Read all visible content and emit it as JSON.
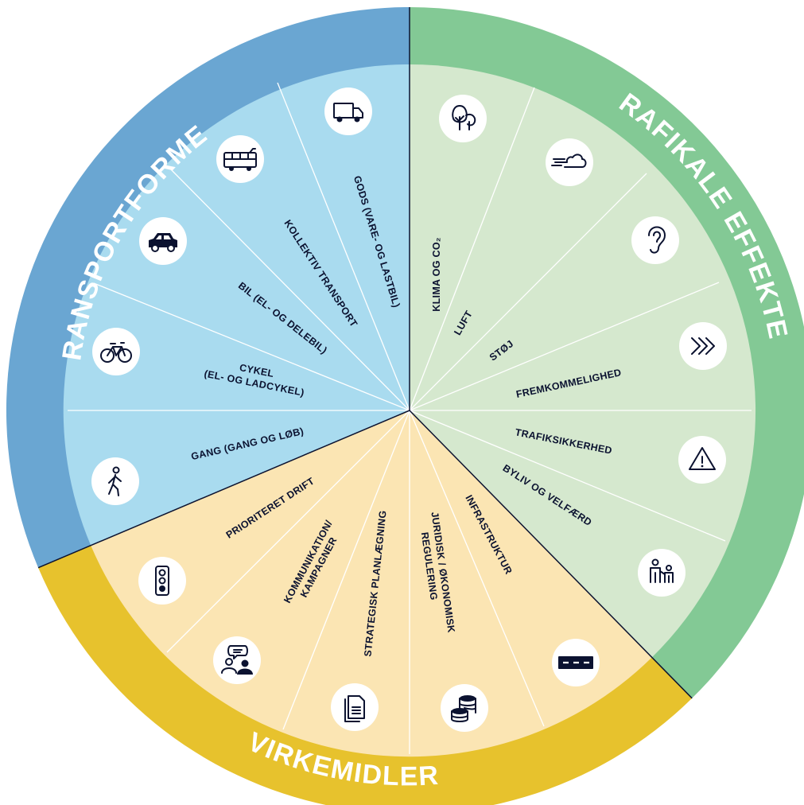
{
  "colors": {
    "transport_outer": "#6aa6d2",
    "transport_inner": "#a9dbef",
    "effekter_outer": "#83c995",
    "effekter_inner": "#d5e8ce",
    "virkemidler_outer": "#e7c22d",
    "virkemidler_inner": "#fbe5b3",
    "dark": "#0b1230"
  },
  "rings": {
    "transportformer": {
      "title": "TRANSPORTFORMER"
    },
    "effekter": {
      "title": "TRAFIKALE EFFEKTER"
    },
    "virkemidler": {
      "title": "VIRKEMIDLER"
    }
  },
  "transportformer": [
    {
      "label": "GANG (GANG OG LØB)",
      "icon": "pedestrian-icon"
    },
    {
      "label": "CYKEL",
      "label2": "(EL- OG LADCYKEL)",
      "icon": "bicycle-icon"
    },
    {
      "label": "BIL (EL- OG DELEBIL)",
      "icon": "car-icon"
    },
    {
      "label": "KOLLEKTIV TRANSPORT",
      "icon": "bus-icon"
    },
    {
      "label": "GODS (VARE- OG LASTBIL)",
      "icon": "van-icon"
    }
  ],
  "effekter": [
    {
      "label": "KLIMA OG CO₂",
      "icon": "trees-icon"
    },
    {
      "label": "LUFT",
      "icon": "wind-cloud-icon"
    },
    {
      "label": "STØJ",
      "icon": "ear-icon"
    },
    {
      "label": "FREMKOMMELIGHED",
      "icon": "chevrons-icon"
    },
    {
      "label": "TRAFIKSIKKERHED",
      "icon": "warning-icon"
    },
    {
      "label": "BYLIV OG VELFÆRD",
      "icon": "people-icon"
    }
  ],
  "virkemidler": [
    {
      "label": "PRIORITERET DRIFT",
      "icon": "traffic-light-icon"
    },
    {
      "label": "KOMMUNIKATION/",
      "label2": "KAMPAGNER",
      "icon": "chat-people-icon"
    },
    {
      "label": "STRATEGISK PLANLÆGNING",
      "icon": "document-icon"
    },
    {
      "label": "JURIDISK / ØKONOMISK",
      "label2": "REGULERING",
      "icon": "coins-icon"
    },
    {
      "label": "INFRASTRUKTUR",
      "icon": "road-icon"
    }
  ]
}
